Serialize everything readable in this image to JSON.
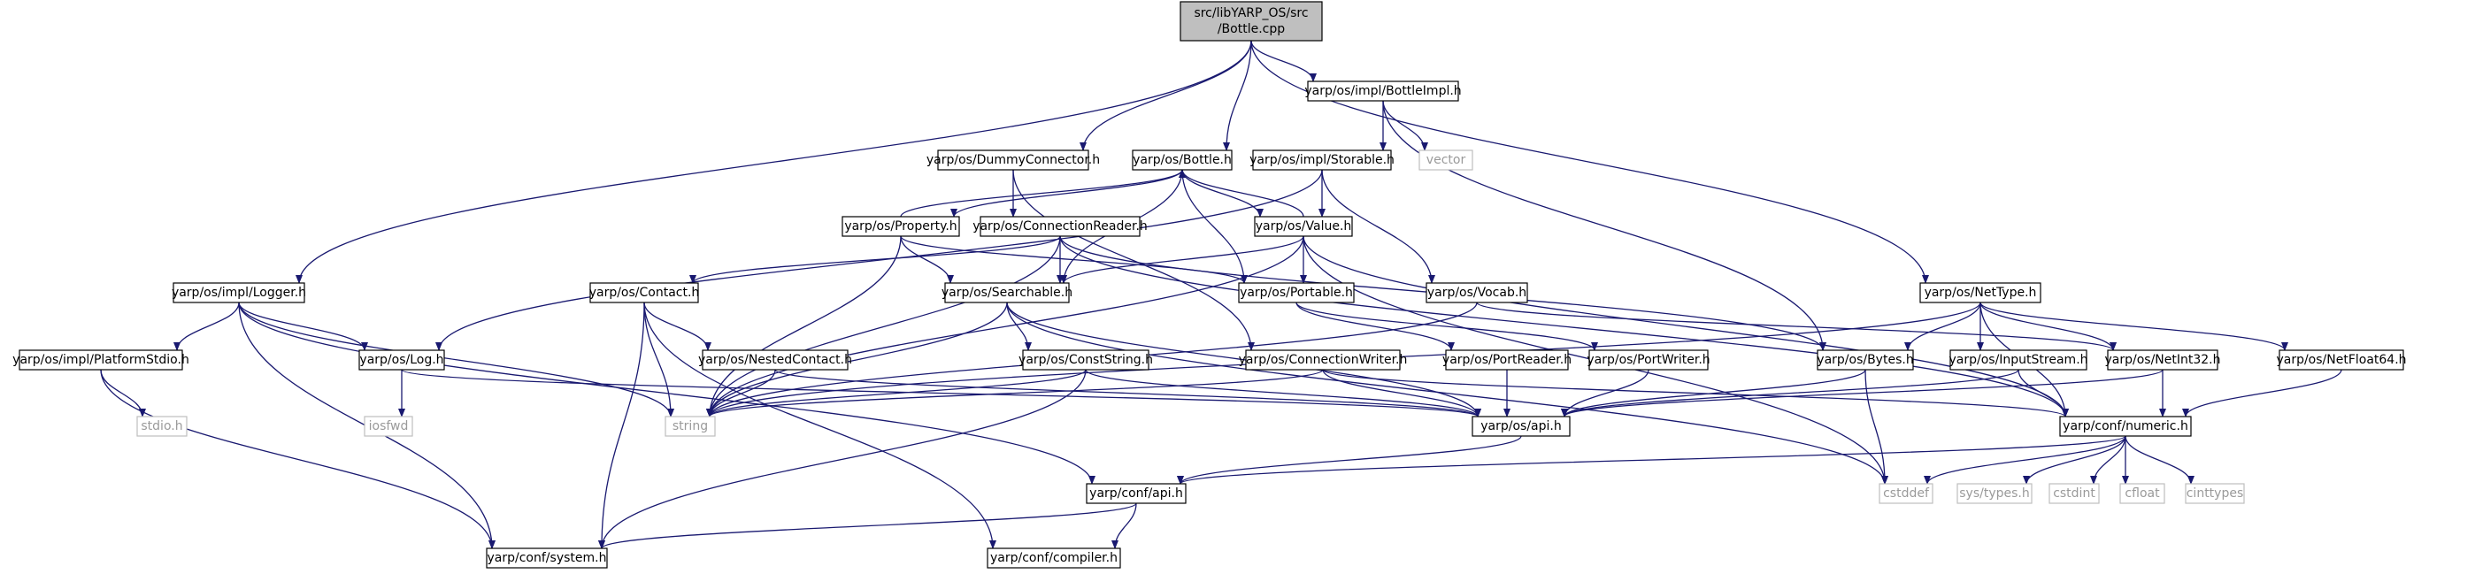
{
  "colors": {
    "edge": "#191970",
    "node_border": "#000000",
    "node_border_system": "#bfbfbf",
    "node_fill": "#ffffff",
    "root_fill": "#bfbfbf",
    "system_text": "#9a9a9a"
  },
  "diagram": {
    "nodes": [
      {
        "id": "bottle_cpp",
        "label": [
          "src/libYARP_OS/src",
          "/Bottle.cpp"
        ],
        "kind": "root"
      },
      {
        "id": "bottleimpl",
        "label": [
          "yarp/os/impl/BottleImpl.h"
        ],
        "kind": "file"
      },
      {
        "id": "vector",
        "label": [
          "vector"
        ],
        "kind": "system"
      },
      {
        "id": "dummyconnector",
        "label": [
          "yarp/os/DummyConnector.h"
        ],
        "kind": "file"
      },
      {
        "id": "bottle_h",
        "label": [
          "yarp/os/Bottle.h"
        ],
        "kind": "file"
      },
      {
        "id": "storable",
        "label": [
          "yarp/os/impl/Storable.h"
        ],
        "kind": "file"
      },
      {
        "id": "property",
        "label": [
          "yarp/os/Property.h"
        ],
        "kind": "file"
      },
      {
        "id": "connectionreader",
        "label": [
          "yarp/os/ConnectionReader.h"
        ],
        "kind": "file"
      },
      {
        "id": "value",
        "label": [
          "yarp/os/Value.h"
        ],
        "kind": "file"
      },
      {
        "id": "logger",
        "label": [
          "yarp/os/impl/Logger.h"
        ],
        "kind": "file"
      },
      {
        "id": "contact",
        "label": [
          "yarp/os/Contact.h"
        ],
        "kind": "file"
      },
      {
        "id": "searchable",
        "label": [
          "yarp/os/Searchable.h"
        ],
        "kind": "file"
      },
      {
        "id": "portable",
        "label": [
          "yarp/os/Portable.h"
        ],
        "kind": "file"
      },
      {
        "id": "vocab",
        "label": [
          "yarp/os/Vocab.h"
        ],
        "kind": "file"
      },
      {
        "id": "nettype",
        "label": [
          "yarp/os/NetType.h"
        ],
        "kind": "file"
      },
      {
        "id": "platformstdio",
        "label": [
          "yarp/os/impl/PlatformStdio.h"
        ],
        "kind": "file"
      },
      {
        "id": "log",
        "label": [
          "yarp/os/Log.h"
        ],
        "kind": "file"
      },
      {
        "id": "nestedcontact",
        "label": [
          "yarp/os/NestedContact.h"
        ],
        "kind": "file"
      },
      {
        "id": "conststring",
        "label": [
          "yarp/os/ConstString.h"
        ],
        "kind": "file"
      },
      {
        "id": "connectionwriter",
        "label": [
          "yarp/os/ConnectionWriter.h"
        ],
        "kind": "file"
      },
      {
        "id": "portreader",
        "label": [
          "yarp/os/PortReader.h"
        ],
        "kind": "file"
      },
      {
        "id": "portwriter",
        "label": [
          "yarp/os/PortWriter.h"
        ],
        "kind": "file"
      },
      {
        "id": "bytes",
        "label": [
          "yarp/os/Bytes.h"
        ],
        "kind": "file"
      },
      {
        "id": "inputstream",
        "label": [
          "yarp/os/InputStream.h"
        ],
        "kind": "file"
      },
      {
        "id": "netint32",
        "label": [
          "yarp/os/NetInt32.h"
        ],
        "kind": "file"
      },
      {
        "id": "netfloat64",
        "label": [
          "yarp/os/NetFloat64.h"
        ],
        "kind": "file"
      },
      {
        "id": "stdio",
        "label": [
          "stdio.h"
        ],
        "kind": "system"
      },
      {
        "id": "iosfwd",
        "label": [
          "iosfwd"
        ],
        "kind": "system"
      },
      {
        "id": "string",
        "label": [
          "string"
        ],
        "kind": "system"
      },
      {
        "id": "os_api",
        "label": [
          "yarp/os/api.h"
        ],
        "kind": "file"
      },
      {
        "id": "numeric",
        "label": [
          "yarp/conf/numeric.h"
        ],
        "kind": "file"
      },
      {
        "id": "cstddef",
        "label": [
          "cstddef"
        ],
        "kind": "system"
      },
      {
        "id": "systypes",
        "label": [
          "sys/types.h"
        ],
        "kind": "system"
      },
      {
        "id": "cstdint",
        "label": [
          "cstdint"
        ],
        "kind": "system"
      },
      {
        "id": "cfloat",
        "label": [
          "cfloat"
        ],
        "kind": "system"
      },
      {
        "id": "cinttypes",
        "label": [
          "cinttypes"
        ],
        "kind": "system"
      },
      {
        "id": "conf_api",
        "label": [
          "yarp/conf/api.h"
        ],
        "kind": "file"
      },
      {
        "id": "system",
        "label": [
          "yarp/conf/system.h"
        ],
        "kind": "file"
      },
      {
        "id": "compiler",
        "label": [
          "yarp/conf/compiler.h"
        ],
        "kind": "file"
      }
    ],
    "edges": [
      [
        "bottle_cpp",
        "bottleimpl"
      ],
      [
        "bottle_cpp",
        "dummyconnector"
      ],
      [
        "bottle_cpp",
        "bottle_h"
      ],
      [
        "bottle_cpp",
        "logger"
      ],
      [
        "bottle_cpp",
        "nettype"
      ],
      [
        "bottleimpl",
        "vector"
      ],
      [
        "bottleimpl",
        "storable"
      ],
      [
        "bottleimpl",
        "bytes"
      ],
      [
        "dummyconnector",
        "connectionreader"
      ],
      [
        "dummyconnector",
        "connectionwriter"
      ],
      [
        "bottle_h",
        "property"
      ],
      [
        "bottle_h",
        "value"
      ],
      [
        "bottle_h",
        "searchable"
      ],
      [
        "bottle_h",
        "portable"
      ],
      [
        "storable",
        "value"
      ],
      [
        "storable",
        "vocab"
      ],
      [
        "storable",
        "log"
      ],
      [
        "property",
        "bottle_h"
      ],
      [
        "property",
        "searchable"
      ],
      [
        "property",
        "portable"
      ],
      [
        "property",
        "string"
      ],
      [
        "value",
        "bottle_h"
      ],
      [
        "value",
        "searchable"
      ],
      [
        "value",
        "portable"
      ],
      [
        "value",
        "string"
      ],
      [
        "value",
        "numeric"
      ],
      [
        "value",
        "cstddef"
      ],
      [
        "connectionreader",
        "contact"
      ],
      [
        "connectionreader",
        "searchable"
      ],
      [
        "connectionreader",
        "bytes"
      ],
      [
        "connectionreader",
        "string"
      ],
      [
        "connectionreader",
        "numeric"
      ],
      [
        "logger",
        "platformstdio"
      ],
      [
        "logger",
        "log"
      ],
      [
        "logger",
        "string"
      ],
      [
        "logger",
        "conf_api"
      ],
      [
        "logger",
        "system"
      ],
      [
        "contact",
        "nestedcontact"
      ],
      [
        "contact",
        "string"
      ],
      [
        "contact",
        "system"
      ],
      [
        "contact",
        "compiler"
      ],
      [
        "searchable",
        "conststring"
      ],
      [
        "searchable",
        "os_api"
      ],
      [
        "searchable",
        "string"
      ],
      [
        "searchable",
        "cstddef"
      ],
      [
        "portable",
        "portreader"
      ],
      [
        "portable",
        "portwriter"
      ],
      [
        "vocab",
        "netint32"
      ],
      [
        "vocab",
        "string"
      ],
      [
        "nettype",
        "bytes"
      ],
      [
        "nettype",
        "inputstream"
      ],
      [
        "nettype",
        "netint32"
      ],
      [
        "nettype",
        "netfloat64"
      ],
      [
        "nettype",
        "numeric"
      ],
      [
        "nettype",
        "string"
      ],
      [
        "platformstdio",
        "stdio"
      ],
      [
        "platformstdio",
        "system"
      ],
      [
        "log",
        "iosfwd"
      ],
      [
        "log",
        "os_api"
      ],
      [
        "nestedcontact",
        "string"
      ],
      [
        "nestedcontact",
        "os_api"
      ],
      [
        "conststring",
        "string"
      ],
      [
        "conststring",
        "os_api"
      ],
      [
        "conststring",
        "system"
      ],
      [
        "connectionwriter",
        "string"
      ],
      [
        "connectionwriter",
        "os_api"
      ],
      [
        "connectionwriter",
        "numeric"
      ],
      [
        "portreader",
        "os_api"
      ],
      [
        "portwriter",
        "os_api"
      ],
      [
        "bytes",
        "os_api"
      ],
      [
        "bytes",
        "cstddef"
      ],
      [
        "inputstream",
        "os_api"
      ],
      [
        "inputstream",
        "numeric"
      ],
      [
        "netint32",
        "os_api"
      ],
      [
        "netint32",
        "numeric"
      ],
      [
        "netfloat64",
        "numeric"
      ],
      [
        "os_api",
        "conf_api"
      ],
      [
        "numeric",
        "cstddef"
      ],
      [
        "numeric",
        "systypes"
      ],
      [
        "numeric",
        "cstdint"
      ],
      [
        "numeric",
        "cfloat"
      ],
      [
        "numeric",
        "cinttypes"
      ],
      [
        "numeric",
        "conf_api"
      ],
      [
        "conf_api",
        "system"
      ],
      [
        "conf_api",
        "compiler"
      ]
    ]
  }
}
